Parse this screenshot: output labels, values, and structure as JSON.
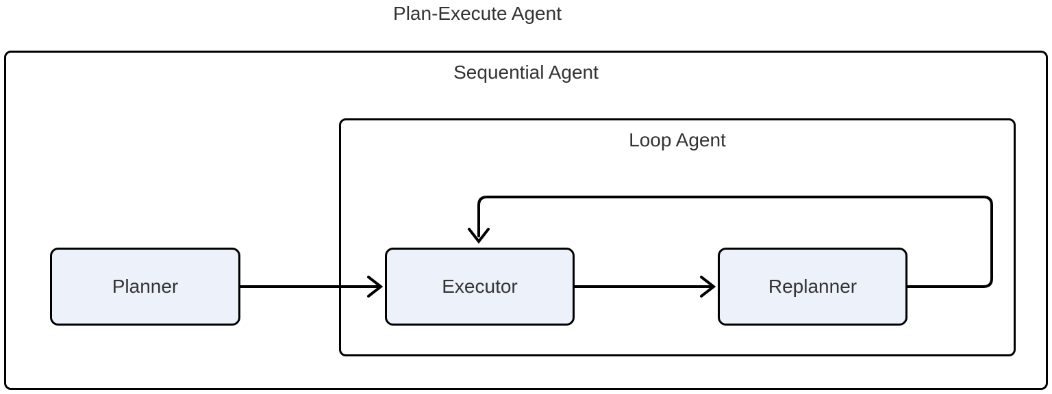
{
  "title": "Plan-Execute Agent",
  "containers": {
    "sequential": {
      "label": "Sequential Agent"
    },
    "loop": {
      "label": "Loop Agent"
    }
  },
  "nodes": {
    "planner": {
      "label": "Planner"
    },
    "executor": {
      "label": "Executor"
    },
    "replanner": {
      "label": "Replanner"
    }
  },
  "edges": [
    {
      "from": "Planner",
      "to": "Executor",
      "style": "straight-arrow"
    },
    {
      "from": "Executor",
      "to": "Replanner",
      "style": "straight-arrow"
    },
    {
      "from": "Replanner",
      "to": "Executor",
      "style": "loop-back-arrow"
    }
  ],
  "colors": {
    "background": "#FFFFFF",
    "node_fill": "#ECF1FA",
    "node_border": "#000000",
    "container_border": "#000000",
    "arrow": "#000000",
    "text": "#333333"
  }
}
